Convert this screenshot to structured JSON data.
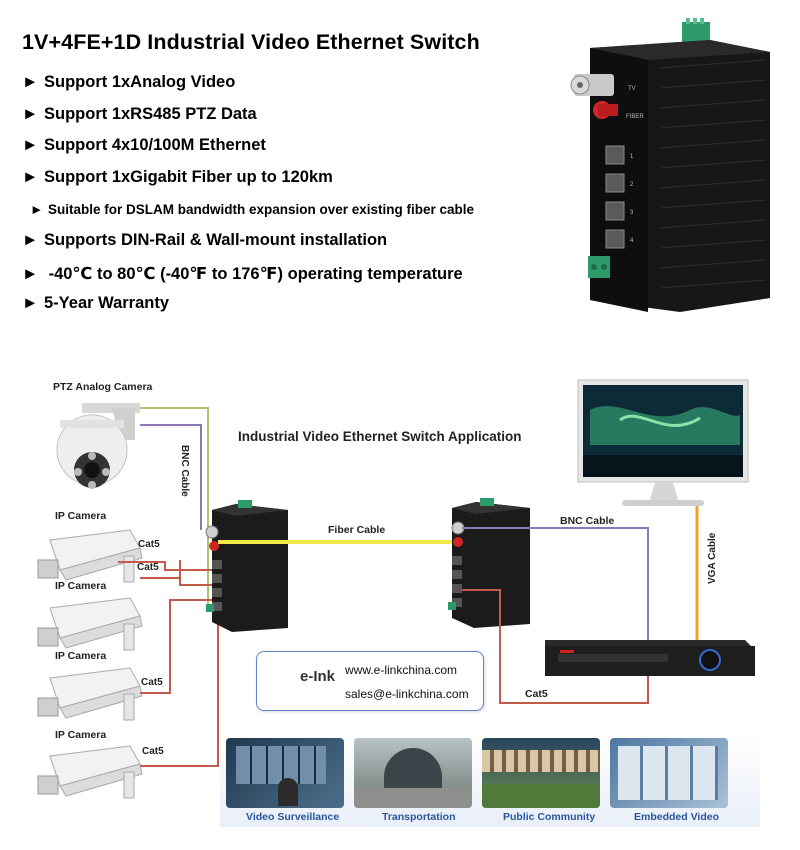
{
  "header": {
    "title": "1V+4FE+1D Industrial Video Ethernet Switch"
  },
  "features": [
    {
      "bullet": "►",
      "text": "Support 1xAnalog Video"
    },
    {
      "bullet": "►",
      "text": "Support 1xRS485 PTZ Data"
    },
    {
      "bullet": "►",
      "text": "Support 4x10/100M Ethernet"
    },
    {
      "bullet": "►",
      "text": "Support 1xGigabit Fiber up to 120km"
    },
    {
      "bullet": "►",
      "text": "Suitable for DSLAM bandwidth expansion over existing fiber cable"
    },
    {
      "bullet": "►",
      "text": "Supports DIN-Rail & Wall-mount installation"
    },
    {
      "bullet": "►",
      "text": " -40℃ to 80℃ (-40℉ to 176℉) operating temperature"
    },
    {
      "bullet": "►",
      "text": "5-Year Warranty"
    }
  ],
  "product": {
    "port_labels": [
      "TV",
      "FIBER",
      "1",
      "2",
      "3",
      "4"
    ]
  },
  "diagram": {
    "title": "Industrial Video Ethernet Switch Application",
    "devices": {
      "ptz_camera": "PTZ Analog Camera",
      "ip_cameras": [
        "IP Camera",
        "IP Camera",
        "IP Camera",
        "IP Camera"
      ]
    },
    "cables": {
      "bnc_left": "BNC Cable",
      "fiber": "Fiber Cable",
      "bnc_right": "BNC Cable",
      "vga": "VGA Cable",
      "cat5_1": "Cat5",
      "cat5_2": "Cat5",
      "cat5_3": "Cat5",
      "cat5_4": "Cat5",
      "cat5_nvr": "Cat5"
    },
    "colors": {
      "fiber": "#f2e84a",
      "bnc": "#8a78b8",
      "green_line": "#a9c46d",
      "cat5": "#c45a4e",
      "vga": "#f0a030",
      "device_body": "#1b1b1b"
    }
  },
  "contact": {
    "brand": "e-Ink",
    "website": "www.e-linkchina.com",
    "email": "sales@e-linkchina.com"
  },
  "applications": [
    {
      "caption": "Video Surveillance",
      "color": "#3a5d78"
    },
    {
      "caption": "Transportation",
      "color": "#7f8a86"
    },
    {
      "caption": "Public Community",
      "color": "#5f7d95"
    },
    {
      "caption": "Embedded Video",
      "color": "#6b8fb2"
    }
  ]
}
